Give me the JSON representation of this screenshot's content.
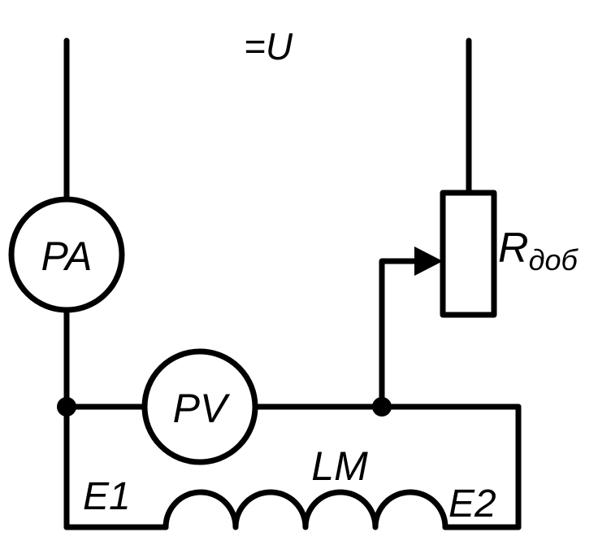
{
  "diagram": {
    "supply_label": "=U",
    "ammeter_label": "PA",
    "voltmeter_label": "PV",
    "resistor_label": "R",
    "resistor_subscript": "доб",
    "winding_label": "LM",
    "terminal_left": "E1",
    "terminal_right": "E2",
    "stroke_color": "#000000",
    "background_color": "#ffffff"
  }
}
